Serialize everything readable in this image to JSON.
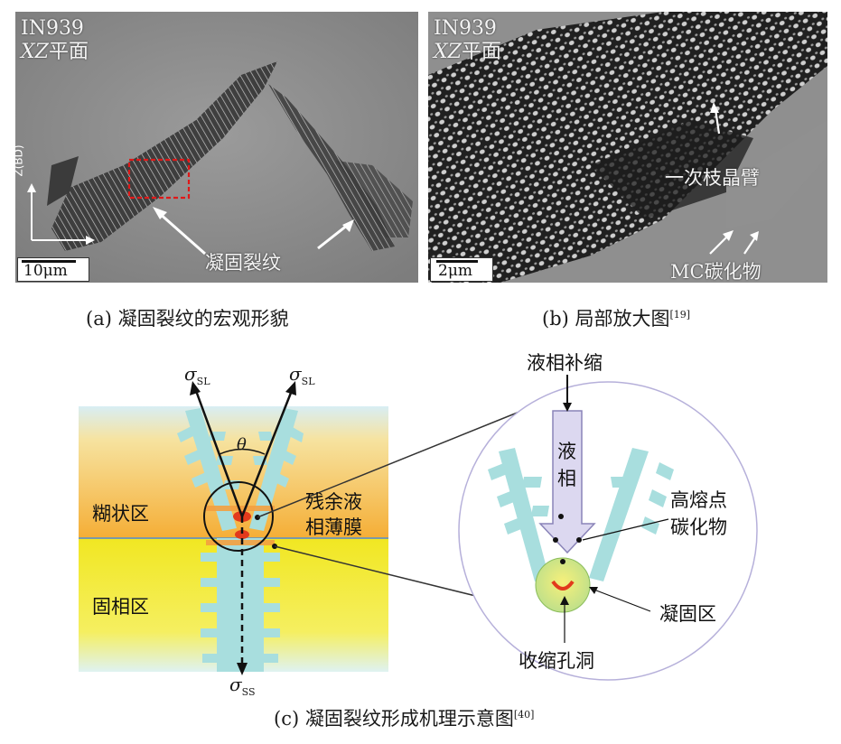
{
  "panel_a": {
    "label_line1": "IN939",
    "label_line2_italic": "XZ",
    "label_line2_text": "平面",
    "axis_label": "Z(BD)",
    "scale": "10μm",
    "annotation": "凝固裂纹",
    "caption": "(a) 凝固裂纹的宏观形貌"
  },
  "panel_b": {
    "label_line1": "IN939",
    "label_line2_italic": "XZ",
    "label_line2_text": "平面",
    "scale": "2μm",
    "annotation_arm": "一次枝晶臂",
    "annotation_carbide": "MC碳化物",
    "caption": "(b) 局部放大图",
    "caption_ref": "[19]"
  },
  "panel_c": {
    "sigma_sl_left": "σ",
    "sigma_sl_left_sub": "SL",
    "sigma_sl_right": "σ",
    "sigma_sl_right_sub": "SL",
    "sigma_ss": "σ",
    "sigma_ss_sub": "SS",
    "theta": "θ",
    "mushy_zone": "糊状区",
    "solid_zone": "固相区",
    "residual_film_1": "残余液",
    "residual_film_2": "相薄膜",
    "liquid_feeding": "液相补缩",
    "liquid_1": "液",
    "liquid_2": "相",
    "carbide_1": "高熔点",
    "carbide_2": "碳化物",
    "solidified_zone": "凝固区",
    "shrinkage_pore": "收缩孔洞",
    "caption": "(c) 凝固裂纹形成机理示意图",
    "caption_ref": "[40]"
  },
  "colors": {
    "dendrite": "#a8dede",
    "mushy_top": "#f6b23a",
    "solid": "#f2ea30",
    "arrow_fill": "#dcd8f0",
    "circle_outline": "#b6b0da",
    "pore": "#e23a1c"
  }
}
